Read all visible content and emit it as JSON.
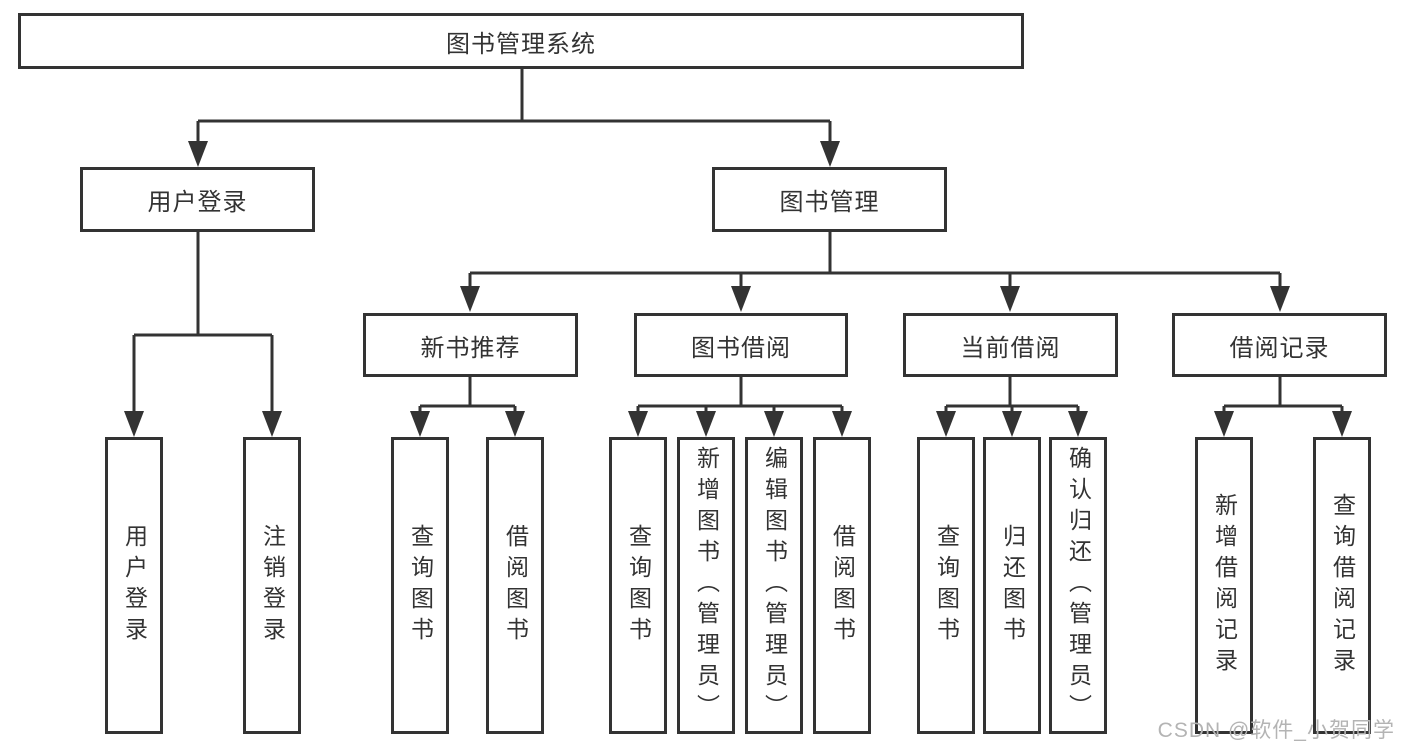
{
  "diagram": {
    "root": {
      "label": "图书管理系统"
    },
    "level2": [
      {
        "label": "用户登录"
      },
      {
        "label": "图书管理"
      }
    ],
    "level3": [
      {
        "label": "新书推荐"
      },
      {
        "label": "图书借阅"
      },
      {
        "label": "当前借阅"
      },
      {
        "label": "借阅记录"
      }
    ],
    "level4": [
      {
        "label": "用户登录",
        "parent": "用户登录"
      },
      {
        "label": "注销登录",
        "parent": "用户登录"
      },
      {
        "label": "查询图书",
        "parent": "新书推荐"
      },
      {
        "label": "借阅图书",
        "parent": "新书推荐"
      },
      {
        "label": "查询图书",
        "parent": "图书借阅"
      },
      {
        "label": "新增图书（管理员）",
        "parent": "图书借阅"
      },
      {
        "label": "编辑图书（管理员）",
        "parent": "图书借阅"
      },
      {
        "label": "借阅图书",
        "parent": "图书借阅"
      },
      {
        "label": "查询图书",
        "parent": "当前借阅"
      },
      {
        "label": "归还图书",
        "parent": "当前借阅"
      },
      {
        "label": "确认归还（管理员）",
        "parent": "当前借阅"
      },
      {
        "label": "新增借阅记录",
        "parent": "借阅记录"
      },
      {
        "label": "查询借阅记录",
        "parent": "借阅记录"
      }
    ],
    "watermark": "CSDN @软件_小贺同学",
    "colors": {
      "line": "#333333",
      "text": "#333333",
      "watermark": "#b4b4b4",
      "background": "#ffffff"
    }
  }
}
